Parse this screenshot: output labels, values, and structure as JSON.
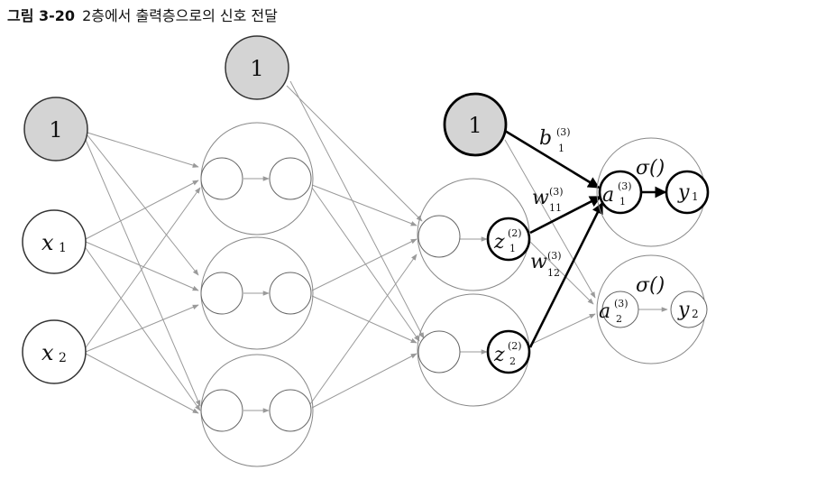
{
  "caption": {
    "figure_label": "그림 3-20",
    "text": "2층에서 출력층으로의 신호 전달"
  },
  "diagram": {
    "bias_label": "1",
    "inputs": {
      "x": "x",
      "sub1": "1",
      "sub2": "2"
    },
    "layer2": {
      "z": "z",
      "sup": "(2)",
      "sub1": "1",
      "sub2": "2"
    },
    "output": {
      "a": "a",
      "sup": "(3)",
      "sub1": "1",
      "sub2": "2",
      "y": "y",
      "ysub1": "1",
      "ysub2": "2",
      "activation": "σ()"
    },
    "weights": {
      "b": "b",
      "b_sup": "(3)",
      "b_sub": "1",
      "w": "w",
      "w_sup": "(3)",
      "w11_sub": "11",
      "w12_sub": "12"
    }
  }
}
